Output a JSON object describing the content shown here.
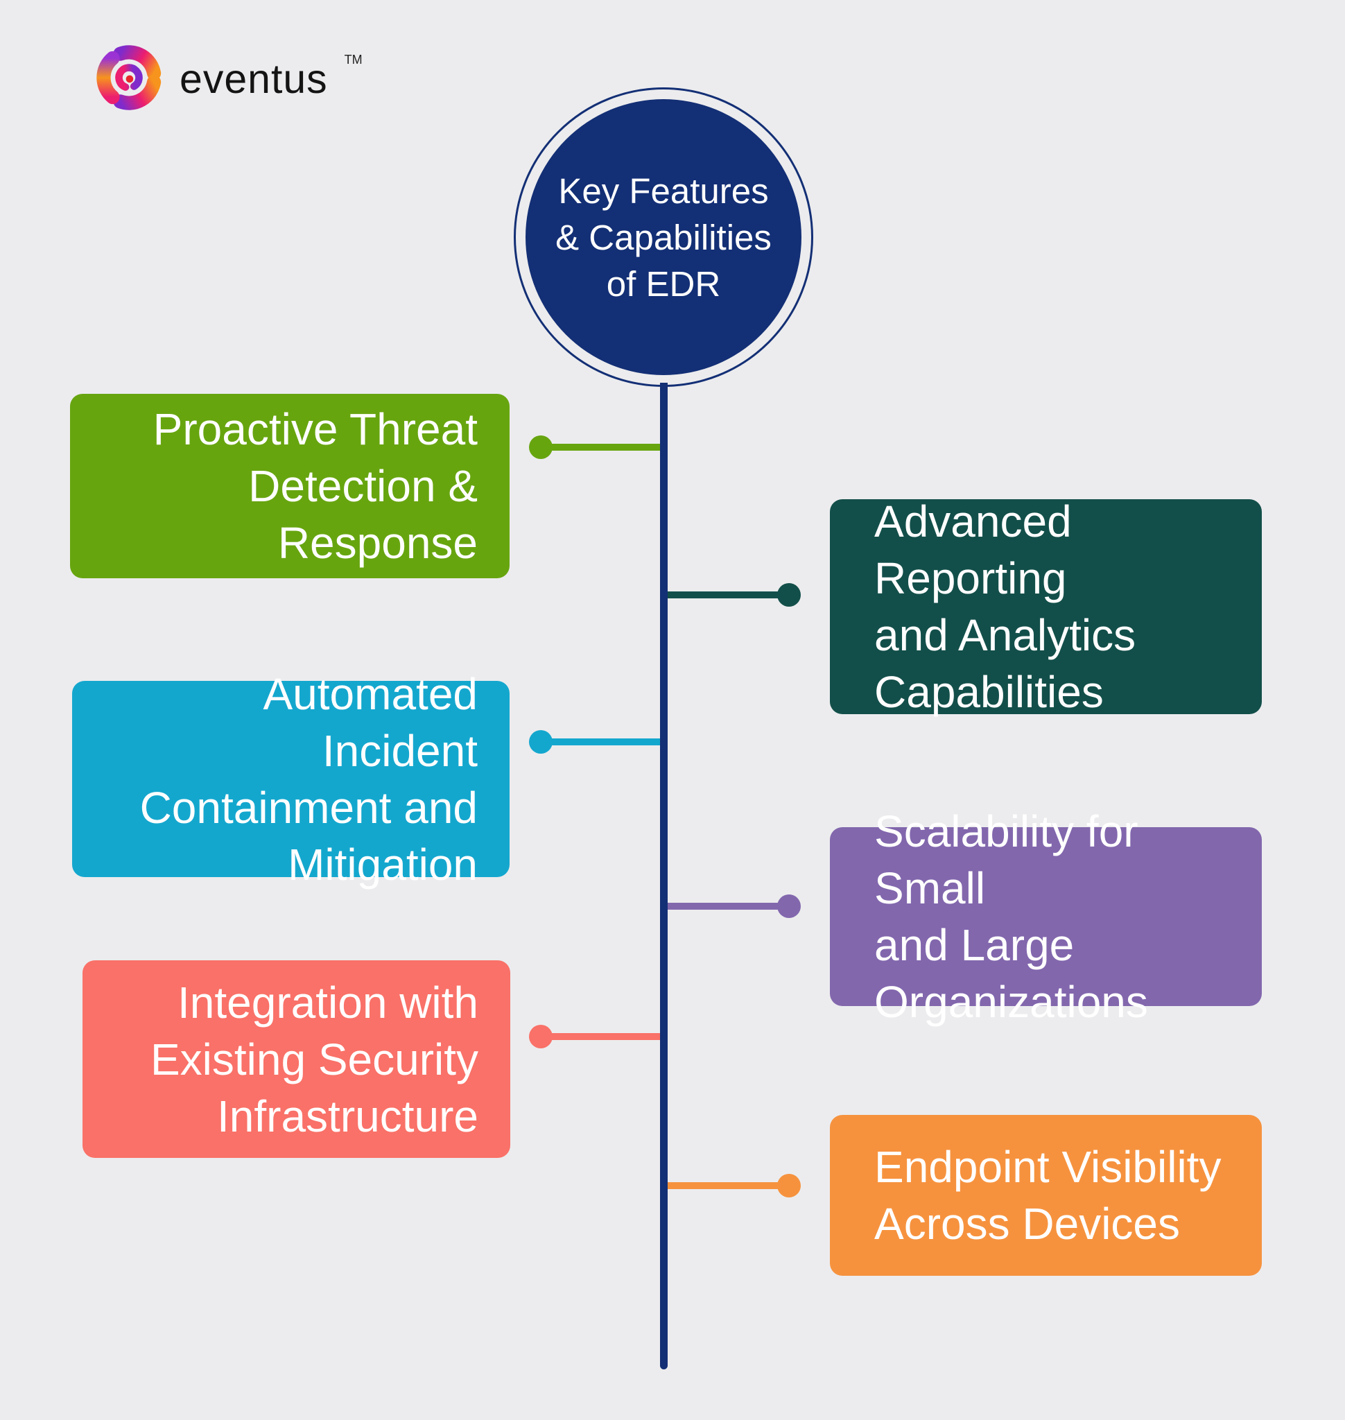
{
  "canvas": {
    "background": "#ECECEE"
  },
  "logo": {
    "brand": "eventus",
    "trademark": "TM",
    "icon": "eventus-swirl-icon",
    "icon_colors": {
      "orange": "#F7941D",
      "magenta": "#EC1E6F",
      "purple": "#7F2BCC",
      "red": "#E8272C"
    }
  },
  "center_node": {
    "title_lines": [
      "Key Features",
      "& Capabilities",
      "of EDR"
    ],
    "fill": "#132F75",
    "ring": "#132F75",
    "text_color": "#FFFFFF"
  },
  "spine": {
    "color": "#132F75"
  },
  "features": [
    {
      "side": "left",
      "color": "#67A50F",
      "label_lines": [
        "Proactive Threat",
        "Detection &",
        "Response"
      ]
    },
    {
      "side": "right",
      "color": "#134F4A",
      "label_lines": [
        "Advanced Reporting",
        "and Analytics",
        "Capabilities"
      ]
    },
    {
      "side": "left",
      "color": "#14A7CE",
      "label_lines": [
        "Automated Incident",
        "Containment and",
        "Mitigation"
      ]
    },
    {
      "side": "right",
      "color": "#8267AD",
      "label_lines": [
        "Scalability for Small",
        "and Large",
        "Organizations"
      ]
    },
    {
      "side": "left",
      "color": "#F97168",
      "label_lines": [
        "Integration with",
        "Existing Security",
        "Infrastructure"
      ]
    },
    {
      "side": "right",
      "color": "#F6923E",
      "label_lines": [
        "Endpoint Visibility",
        "Across Devices"
      ]
    }
  ]
}
